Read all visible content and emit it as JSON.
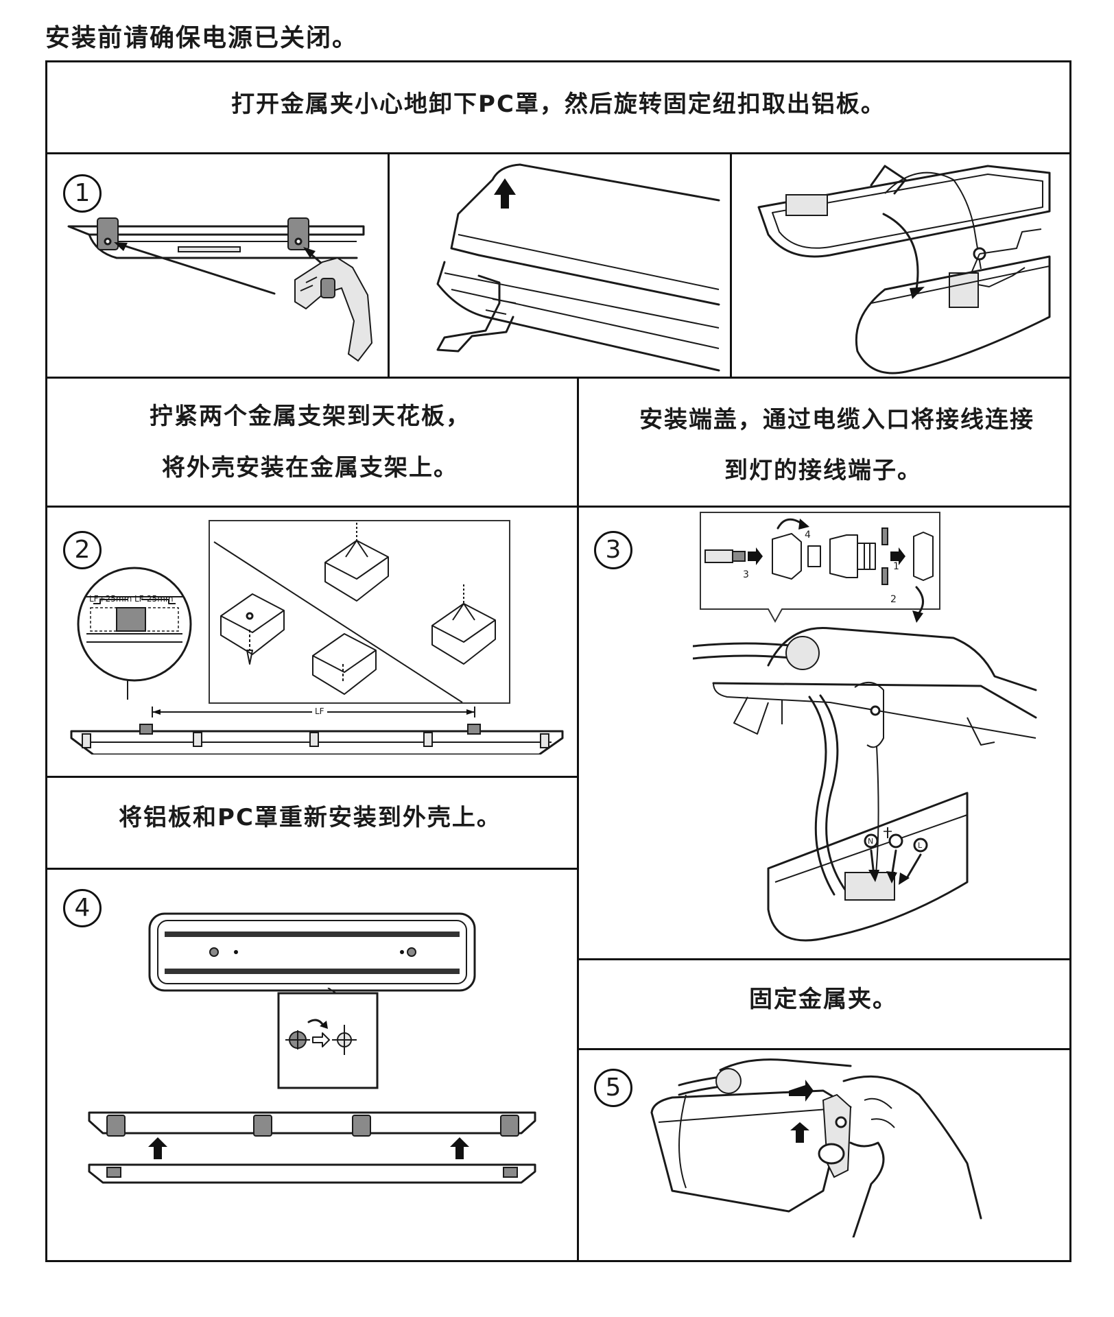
{
  "top_note": "安装前请确保电源已关闭。",
  "step1": {
    "number": "1",
    "caption": "打开金属夹小心地卸下PC罩，然后旋转固定纽扣取出铝板。"
  },
  "step2": {
    "number": "2",
    "caption_line1": "拧紧两个金属支架到天花板，",
    "caption_line2": "将外壳安装在金属支架上。",
    "label_plus": "LF+25mm",
    "label_minus": "LF-25mm",
    "label_lf": "LF"
  },
  "step3": {
    "number": "3",
    "caption_line1": "安装端盖，通过电缆入口将接线连接",
    "caption_line2": "到灯的接线端子。",
    "order_1": "1",
    "order_2": "2",
    "order_3": "3",
    "order_4": "4",
    "terminal_n": "N",
    "terminal_l": "L"
  },
  "step4": {
    "number": "4",
    "caption": "将铝板和PC罩重新安装到外壳上。"
  },
  "step5": {
    "number": "5",
    "caption": "固定金属夹。"
  }
}
